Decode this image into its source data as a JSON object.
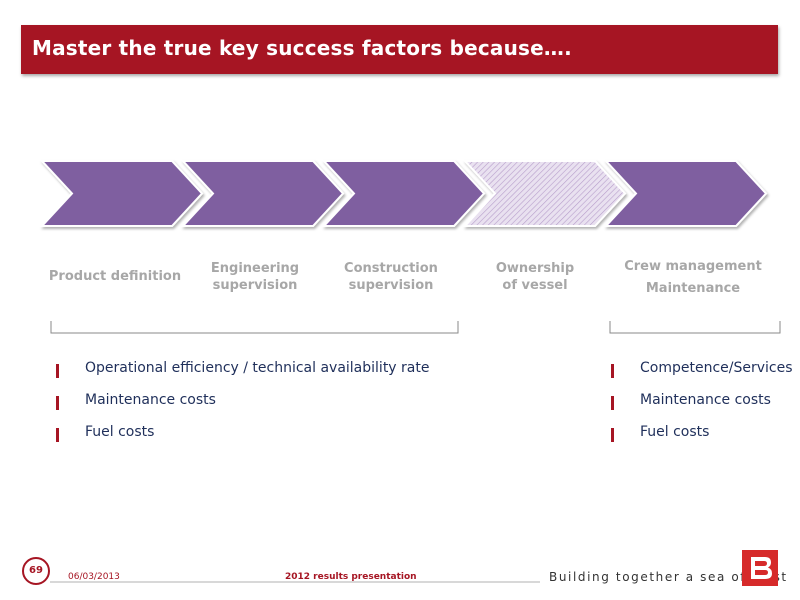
{
  "title": "Master the true key success factors because….",
  "process": {
    "stages": [
      {
        "lines": [
          "Product definition"
        ],
        "style": "solid"
      },
      {
        "lines": [
          "Engineering",
          "supervision"
        ],
        "style": "solid"
      },
      {
        "lines": [
          "Construction",
          "supervision"
        ],
        "style": "solid"
      },
      {
        "lines": [
          "Ownership",
          "of vessel"
        ],
        "style": "hatched"
      },
      {
        "lines": [
          "Crew management",
          "Maintenance"
        ],
        "style": "solid"
      }
    ],
    "colors": {
      "fill": "#7f5fa0",
      "hatch": "#d8c9e3",
      "label": "#a7a7a7"
    }
  },
  "left_bullets": [
    "Operational efficiency / technical availability rate",
    "Maintenance costs",
    "Fuel costs"
  ],
  "right_bullets": [
    "Competence/Services",
    "Maintenance costs",
    "Fuel costs"
  ],
  "footer": {
    "page_number": "69",
    "date": "06/03/2013",
    "center_text": "2012 results presentation",
    "tagline": "Building together a sea of trust"
  },
  "colors": {
    "accent": "#a61523",
    "bullet_text": "#1f2f5a",
    "logo": "#d62a2a"
  }
}
